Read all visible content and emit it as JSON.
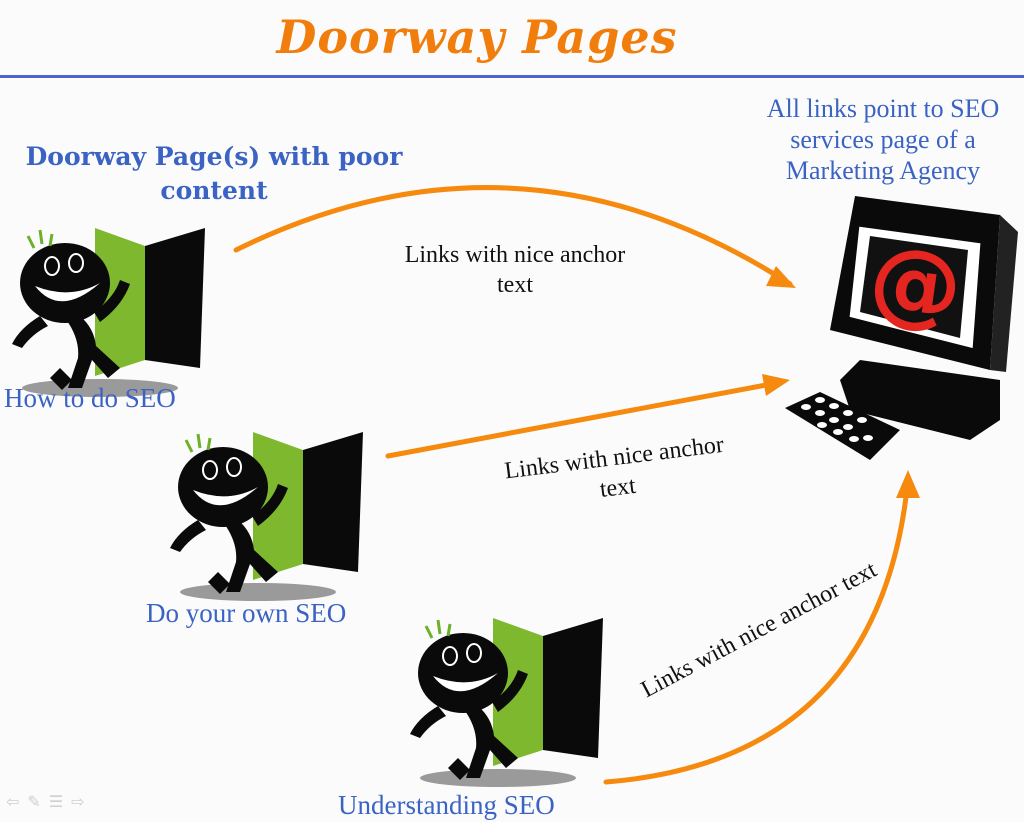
{
  "title": "Doorway Pages",
  "heading": "Doorway Page(s) with poor content",
  "target_label": "All links point to SEO services page of a Marketing Agency",
  "pages": [
    {
      "label": "How to do SEO",
      "link_text": "Links with nice anchor text"
    },
    {
      "label": "Do your own SEO",
      "link_text": "Links with nice anchor text"
    },
    {
      "label": "Understanding SEO",
      "link_text": "Links with nice anchor text"
    }
  ],
  "icons": {
    "target": "computer-email-icon",
    "doorway": "door-walker-icon"
  },
  "colors": {
    "title": "#f07d0c",
    "arrow": "#f58a0f",
    "label": "#3a63c4",
    "door_green": "#7db82e",
    "at_sign": "#e52620"
  },
  "nav": {
    "prev": "⇦",
    "edit": "✎",
    "menu": "☰",
    "next": "⇨"
  }
}
